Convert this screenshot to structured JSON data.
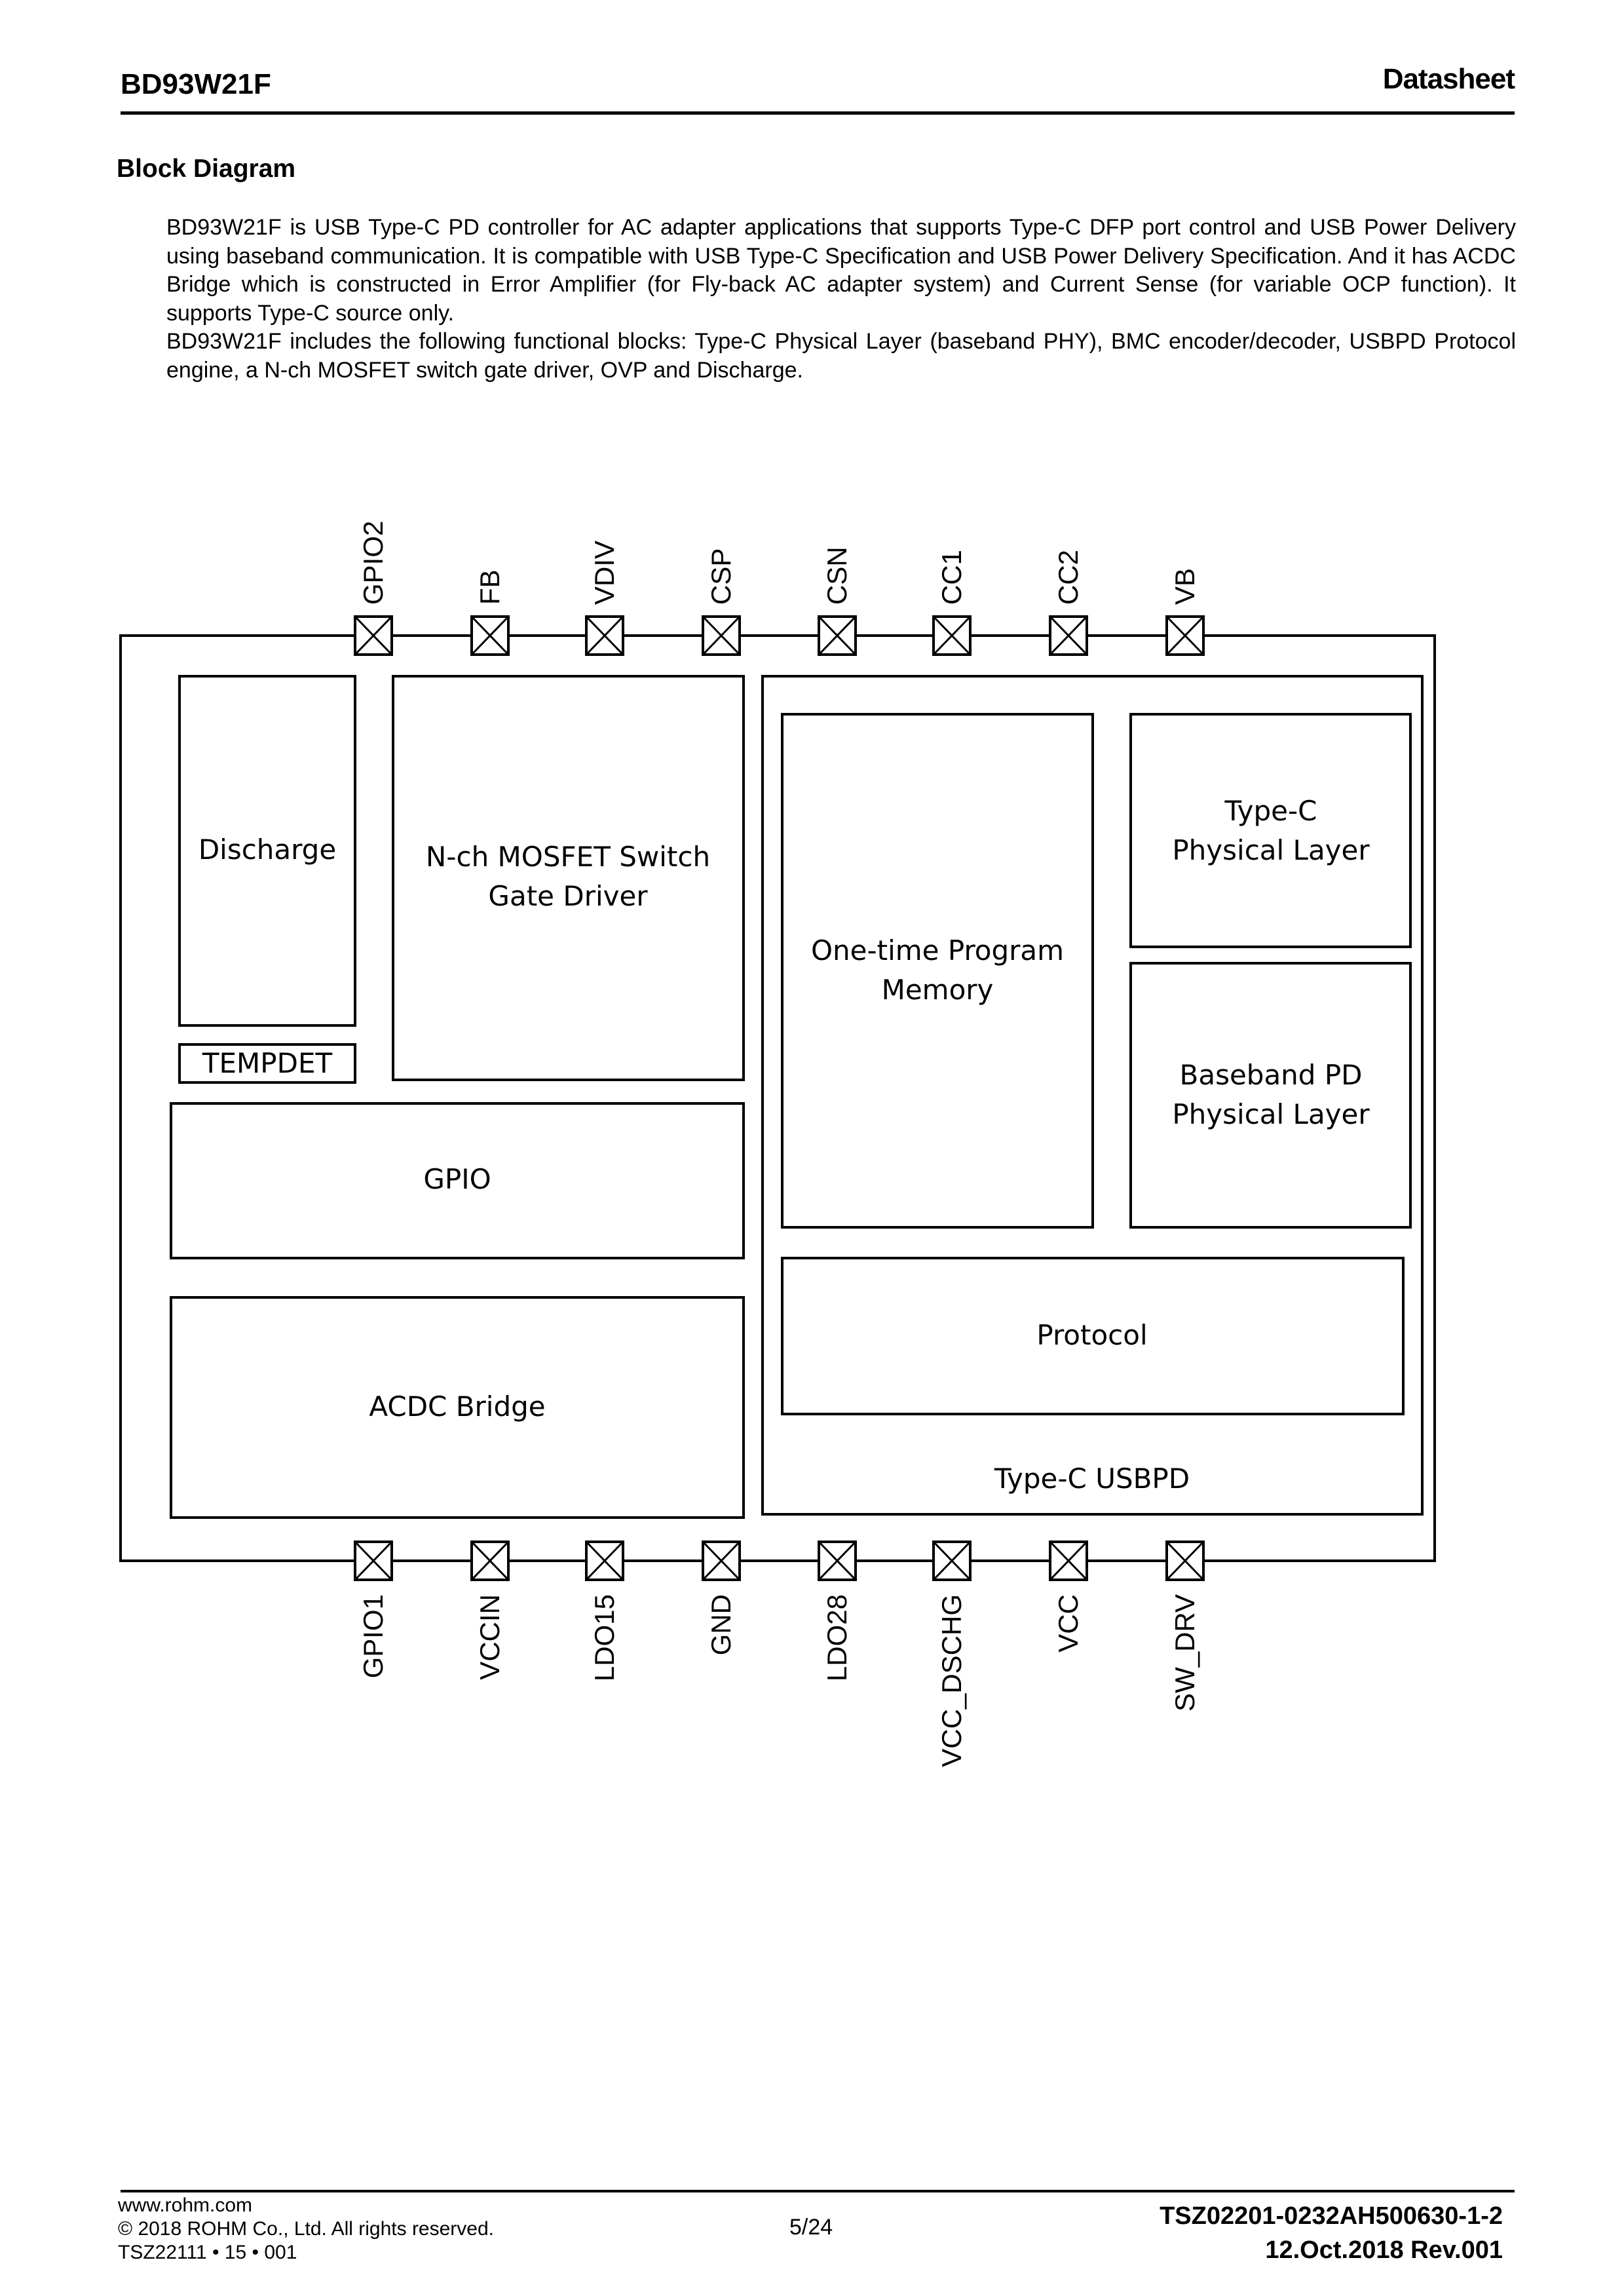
{
  "header": {
    "part_number": "BD93W21F",
    "doc_type": "Datasheet"
  },
  "section": {
    "title": "Block Diagram",
    "paragraphs": [
      "BD93W21F is USB Type-C PD controller for AC adapter applications that supports Type-C DFP port control and USB Power Delivery using baseband communication. It is compatible with USB Type-C Specification and USB Power Delivery Specification. And it has ACDC Bridge which is constructed in Error Amplifier (for Fly-back AC adapter system) and Current Sense (for variable OCP function). It supports Type-C source only.",
      "BD93W21F includes the following functional blocks: Type-C Physical Layer (baseband PHY), BMC encoder/decoder, USBPD Protocol engine, a N-ch MOSFET switch gate driver, OVP and Discharge."
    ]
  },
  "diagram": {
    "top_pins": [
      "GPIO2",
      "FB",
      "VDIV",
      "CSP",
      "CSN",
      "CC1",
      "CC2",
      "VB"
    ],
    "bottom_pins": [
      "GPIO1",
      "VCCIN",
      "LDO15",
      "GND",
      "LDO28",
      "VCC_DSCHG",
      "VCC",
      "SW_DRV"
    ],
    "blocks": {
      "discharge": [
        "Discharge"
      ],
      "tempdet": [
        "TEMPDET"
      ],
      "gate_driver": [
        "N-ch MOSFET Switch",
        "Gate Driver"
      ],
      "gpio": [
        "GPIO"
      ],
      "acdc": [
        "ACDC Bridge"
      ],
      "usbpd": [
        "Type-C USBPD"
      ],
      "otp": [
        "One-time Program",
        "Memory"
      ],
      "typec_phy": [
        "Type-C",
        "Physical Layer"
      ],
      "baseband_phy": [
        "Baseband PD",
        "Physical Layer"
      ],
      "protocol": [
        "Protocol"
      ]
    }
  },
  "footer": {
    "website": "www.rohm.com",
    "copyright": "© 2018 ROHM Co., Ltd. All rights reserved.",
    "form_code": "TSZ22111 • 15 • 001",
    "page": "5/24",
    "doc_number": "TSZ02201-0232AH500630-1-2",
    "revision": "12.Oct.2018 Rev.001"
  }
}
